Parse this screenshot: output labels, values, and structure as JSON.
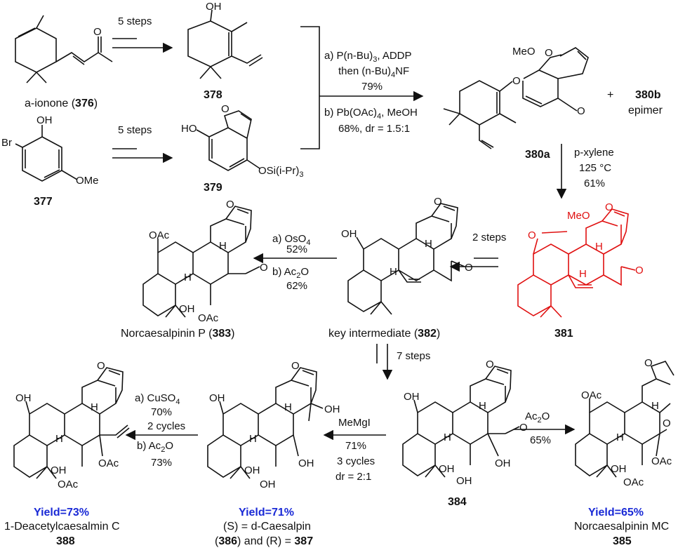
{
  "steps": {
    "s376_378": "5 steps",
    "s377_379": "5 steps",
    "s381_382": "2 steps",
    "s382_384": "7 steps"
  },
  "coupling": {
    "a_line1": "a) P(n-Bu)",
    "a_sub1": "3",
    "a_line1_tail": ", ADDP",
    "a_line2": "then (n-Bu)",
    "a_sub2": "4",
    "a_line2_tail": "NF",
    "a_yield": "79%",
    "b_line1": "b) Pb(OAc)",
    "b_sub1": "4",
    "b_line1_tail": ", MeOH",
    "b_line2": "68%, dr = 1.5:1"
  },
  "thermal": {
    "solvent": "p-xylene",
    "temp": "125 °C",
    "yield": "61%"
  },
  "to383": {
    "a": "a) OsO",
    "a_sub": "4",
    "a_yield": "52%",
    "b": "b) Ac",
    "b_sub": "2",
    "b_tail": "O",
    "b_yield": "62%"
  },
  "to388": {
    "a": "a) CuSO",
    "a_sub": "4",
    "a_yield": "70%",
    "cycles": "2 cycles",
    "b": "b) Ac",
    "b_sub": "2",
    "b_tail": "O",
    "b_yield": "73%"
  },
  "to386": {
    "reagent": "MeMgI",
    "yield": "71%",
    "cycles": "3 cycles",
    "dr": "dr = 2:1"
  },
  "to385": {
    "reagent": "Ac",
    "sub": "2",
    "tail": "O",
    "yield": "65%"
  },
  "compounds": {
    "c376_name": "a-ionone (",
    "c376_num": "376",
    "c376_close": ")",
    "c377": "377",
    "c378": "378",
    "c379": "379",
    "c380a": "380a",
    "c380b": "380b",
    "c380b_desc": "epimer",
    "plus": "+",
    "c381": "381",
    "c382_name": "key intermediate (",
    "c382_num": "382",
    "c382_close": ")",
    "c383_name": "Norcaesalpinin P (",
    "c383_num": "383",
    "c383_close": ")",
    "c384": "384",
    "c385_name": "Norcaesalpinin MC",
    "c385_num": "385",
    "c386_line1": "(S) = d-Caesalpin",
    "c386_open": "(",
    "c386_num": "386",
    "c386_mid": ") and (R) = ",
    "c387_num": "387",
    "c388_name": "1-Deacetylcaesalmin C",
    "c388_num": "388"
  },
  "yields": {
    "y385": "Yield=65%",
    "y386": "Yield=71%",
    "y388": "Yield=73%"
  },
  "atoms": {
    "OH": "OH",
    "O": "O",
    "Br": "Br",
    "OMe": "OMe",
    "MeO": "MeO",
    "HO": "HO",
    "H": "H",
    "OAc": "OAc",
    "OSi": "OSi(i-Pr)",
    "OSi_sub": "3"
  },
  "colors": {
    "highlight": "#e01010",
    "yield": "#1a2ad6"
  }
}
